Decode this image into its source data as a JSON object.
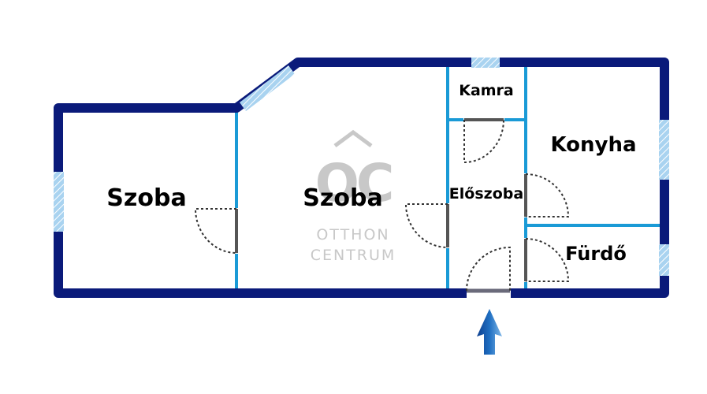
{
  "rooms": {
    "szoba_left": "Szoba",
    "szoba_center": "Szoba",
    "kamra": "Kamra",
    "konyha": "Konyha",
    "eloszoba": "Előszoba",
    "furdo": "Fürdő"
  },
  "watermark": {
    "logo_letters": "OC",
    "line1": "OTTHON",
    "line2": "CENTRUM"
  },
  "colors": {
    "outer_wall": "#0a1a7a",
    "inner_wall": "#1a9ad6",
    "window_fill": "#a9d3f0",
    "door_swing": "#333333",
    "entrance_arrow": "#1f6fc2",
    "watermark": "#c8c8c8"
  },
  "entrance": {
    "icon": "entrance-arrow-icon"
  }
}
